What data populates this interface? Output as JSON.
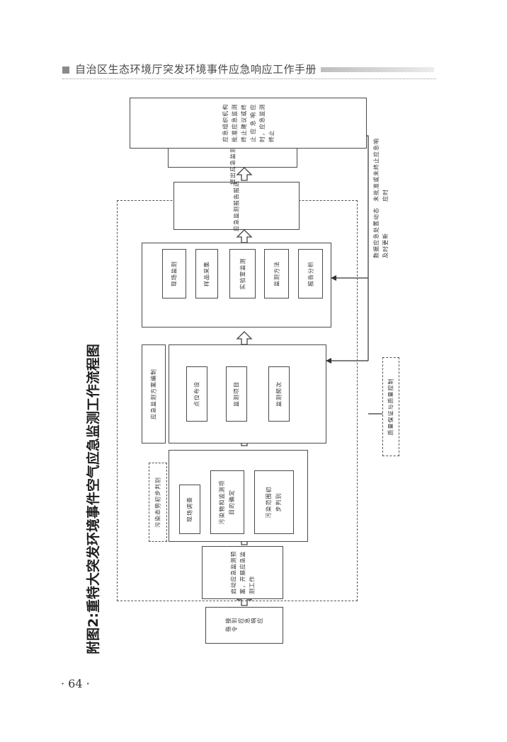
{
  "header": {
    "title": "自治区生态环境厅突发环境事件应急响应工作手册"
  },
  "diagram": {
    "caption": "附图2:重特大突发环境事件空气应急监测工作流程图",
    "start": "接到应急响应指令",
    "start_work": "启动应急监测预案，开展应急监测工作",
    "pollution_judgement": {
      "label": "污染态势初步判别",
      "site_survey": "现场调查",
      "pollutant_identify": "污染物和监测项目的确定",
      "range_judgement": "污染范围初步判别"
    },
    "plan": {
      "label": "应急监测方案编制",
      "point_layout": "点位布设",
      "monitor_items": "监测项目",
      "monitor_frequency": "监测频次"
    },
    "process": {
      "site_monitoring": "现场监测",
      "sampling": "样品采集",
      "lab_monitoring": "实验室监测",
      "method": "监测方法",
      "report": "报告分析"
    },
    "report_submit": "应急监测报告报送",
    "stop_proposal": "提出应急监测终止建议",
    "final_step": "应急组织机构批准应急监测终止建议或终止应急响应时，应急监测终止",
    "qa_qc": "质量保证与质量控制",
    "side_note_data": "数据应急处置动态及时更新",
    "side_note_not_approved": "未批准或未终止应急响应时"
  },
  "page_number": "· 64 ·"
}
